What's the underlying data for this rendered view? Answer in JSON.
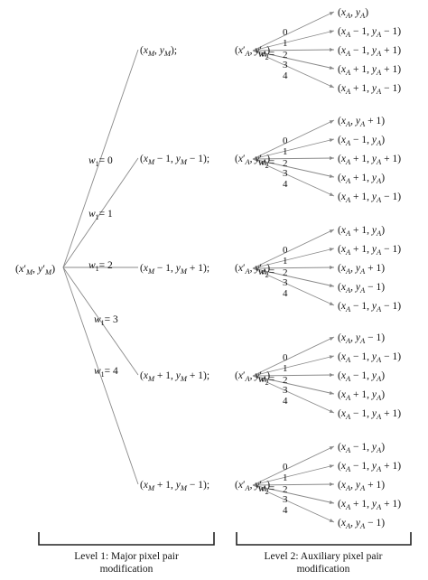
{
  "root": {
    "x": "x",
    "x_prime": "′",
    "x_sub": "M",
    "sep": ", ",
    "y": "y",
    "y_prime": "′",
    "y_sub": "M"
  },
  "w1_labels": [
    "w",
    "w",
    "w",
    "w",
    "w"
  ],
  "w1_sub": "1",
  "w1_values": [
    "= 0",
    "= 1",
    "= 2",
    "= 3",
    "= 4"
  ],
  "level1_nodes": [
    "(xM, yM);",
    "(xM − 1, yM − 1);",
    "(xM − 1, yM + 1);",
    "(xM + 1, yM + 1);",
    "(xM + 1, yM − 1);"
  ],
  "aux_pair": "(x′A, y′A)",
  "w2_label": "w",
  "w2_sub": "2",
  "w2_eq": "=",
  "w2_digits": [
    "0",
    "1",
    "2",
    "3",
    "4"
  ],
  "level2_groups": [
    [
      "(xA, yA)",
      "(xA − 1, yA − 1)",
      "(xA − 1, yA + 1)",
      "(xA + 1, yA + 1)",
      "(xA + 1, yA − 1)"
    ],
    [
      "(xA, yA + 1)",
      "(xA − 1, yA)",
      "(xA + 1, yA + 1)",
      "(xA + 1, yA)",
      "(xA + 1, yA − 1)"
    ],
    [
      "(xA + 1, yA)",
      "(xA + 1, yA − 1)",
      "(xA, yA + 1)",
      "(xA, yA − 1)",
      "(xA − 1, yA − 1)"
    ],
    [
      "(xA, yA − 1)",
      "(xA − 1, yA − 1)",
      "(xA − 1, yA)",
      "(xA + 1, yA)",
      "(xA − 1, yA + 1)"
    ],
    [
      "(xA − 1, yA)",
      "(xA − 1, yA + 1)",
      "(xA, yA + 1)",
      "(xA + 1, yA + 1)",
      "(xA, yA − 1)"
    ]
  ],
  "captions": {
    "level1_line1": "Level 1: Major pixel pair",
    "level1_line2": "modification",
    "level2_line1": "Level 2: Auxiliary pixel pair",
    "level2_line2": "modification"
  }
}
